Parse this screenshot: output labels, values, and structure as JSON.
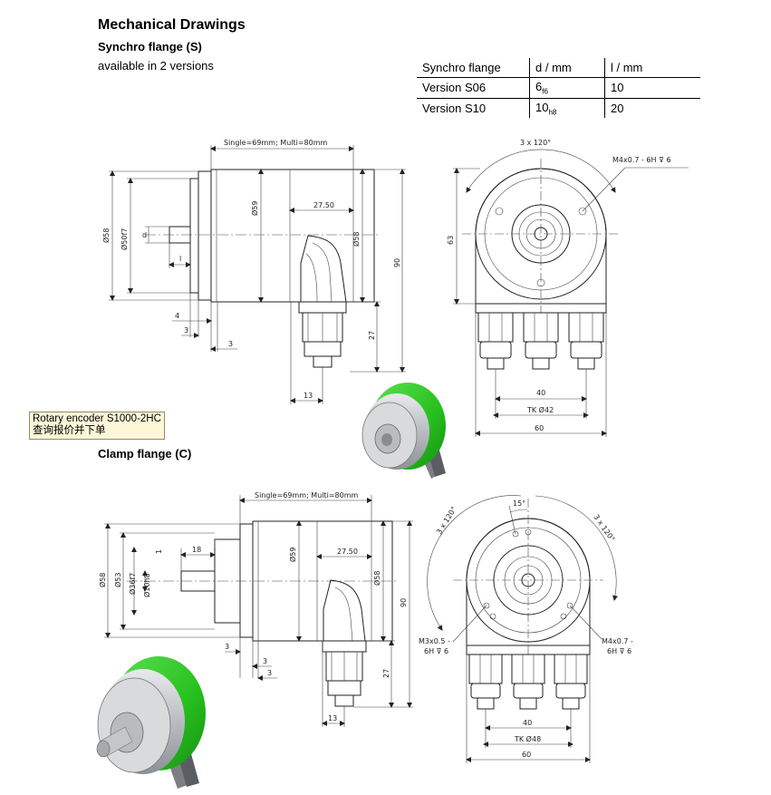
{
  "heading": "Mechanical Drawings",
  "synchro": {
    "title": "Synchro flange (S)",
    "availability": "available in 2 versions"
  },
  "table": {
    "headers": [
      "Synchro flange",
      "d / mm",
      "l / mm"
    ],
    "rows": [
      {
        "name": "Version S06",
        "d": "6",
        "d_sub": "f6",
        "l": "10"
      },
      {
        "name": "Version S10",
        "d": "10",
        "d_sub": "h8",
        "l": "20"
      }
    ]
  },
  "tooltip": {
    "line1": "Rotary encoder S1000-2HC",
    "line2": "查询报价并下单"
  },
  "clamp": {
    "title": "Clamp flange (C)"
  },
  "dims_top_side": {
    "length": "Single=69mm; Multi=80mm",
    "dia58": "Ø58",
    "dia50": "Ø50f7",
    "d": "d",
    "l": "l",
    "dia59": "Ø59",
    "w2750": "27.50",
    "dia58b": "Ø58",
    "h90": "90",
    "h27": "27",
    "w4": "4",
    "w3a": "3",
    "w3b": "3",
    "w13": "13"
  },
  "dims_top_front": {
    "angle": "3 x 120°",
    "thread": "M4x0.7 - 6H ⊽ 6",
    "h63": "63",
    "w40": "40",
    "tk": "TK Ø42",
    "w60": "60"
  },
  "dims_bottom_side": {
    "length": "Single=69mm; Multi=80mm",
    "w18": "18",
    "w1": "1",
    "dia58": "Ø58",
    "dia53": "Ø53",
    "dia36": "Ø36f7",
    "dia10": "Ø10h8",
    "dia59": "Ø59",
    "w2750": "27.50",
    "dia58b": "Ø58",
    "h90": "90",
    "h27": "27",
    "w3a": "3",
    "w3b": "3",
    "w3c": "3",
    "w13": "13"
  },
  "dims_bottom_front": {
    "angle15": "15°",
    "angleL": "3 x 120°",
    "angleR": "3 x 120°",
    "m3": "M3x0.5 -",
    "m3b": "6H ⊽ 6",
    "m4": "M4x0.7 -",
    "m4b": "6H ⊽ 6",
    "w40": "40",
    "tk": "TK Ø48",
    "w60": "60"
  },
  "colors": {
    "band": "#27c01f",
    "body": "#c9cccf"
  }
}
